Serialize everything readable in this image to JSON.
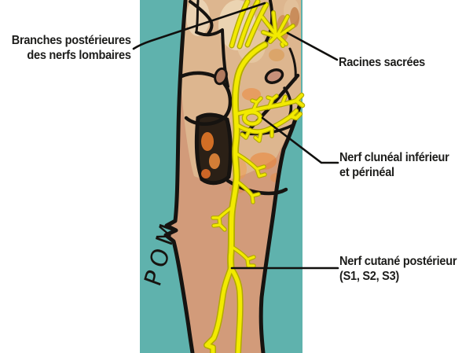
{
  "diagram": {
    "labels": {
      "lumbar_line1": "Branches postérieures",
      "lumbar_line2": "des nerfs lombaires",
      "sacral": "Racines sacrées",
      "cluneal_line1": "Nerf clunéal inférieur",
      "cluneal_line2": "et périnéal",
      "cutaneous_line1": "Nerf cutané postérieur",
      "cutaneous_line2": "(S1, S2, S3)"
    },
    "signature": "POM",
    "colors": {
      "background": "#ffffff",
      "canvas_teal": "#5fb2ad",
      "skin": "#d29b7a",
      "bone_light": "#ddb68f",
      "nerve_yellow": "#f2ea00",
      "nerve_edge": "#b2a900",
      "outline_black": "#161310",
      "label_text": "#1d1d1b"
    }
  }
}
